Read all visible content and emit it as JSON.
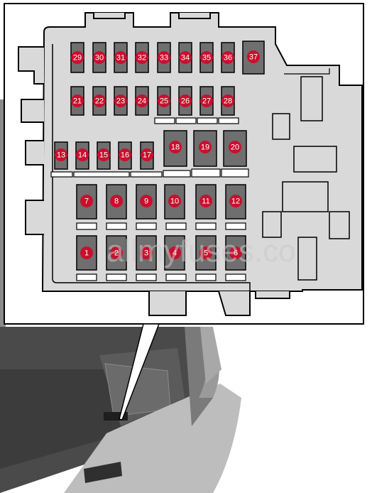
{
  "diagram": {
    "watermark": "allmyfuses.co",
    "fuses": [
      {
        "number": "1"
      },
      {
        "number": "2"
      },
      {
        "number": "3"
      },
      {
        "number": "4"
      },
      {
        "number": "5"
      },
      {
        "number": "6"
      },
      {
        "number": "7"
      },
      {
        "number": "8"
      },
      {
        "number": "9"
      },
      {
        "number": "10"
      },
      {
        "number": "11"
      },
      {
        "number": "12"
      },
      {
        "number": "13"
      },
      {
        "number": "14"
      },
      {
        "number": "15"
      },
      {
        "number": "16"
      },
      {
        "number": "17"
      },
      {
        "number": "18"
      },
      {
        "number": "19"
      },
      {
        "number": "20"
      },
      {
        "number": "21"
      },
      {
        "number": "22"
      },
      {
        "number": "23"
      },
      {
        "number": "24"
      },
      {
        "number": "25"
      },
      {
        "number": "26"
      },
      {
        "number": "27"
      },
      {
        "number": "28"
      },
      {
        "number": "29"
      },
      {
        "number": "30"
      },
      {
        "number": "31"
      },
      {
        "number": "32"
      },
      {
        "number": "33"
      },
      {
        "number": "34"
      },
      {
        "number": "35"
      },
      {
        "number": "36"
      },
      {
        "number": "37"
      }
    ],
    "colors": {
      "badge": "#c8102e",
      "fuse_body": "#6f6f6f",
      "panel": "#d9d9d9",
      "outline": "#000000"
    }
  }
}
